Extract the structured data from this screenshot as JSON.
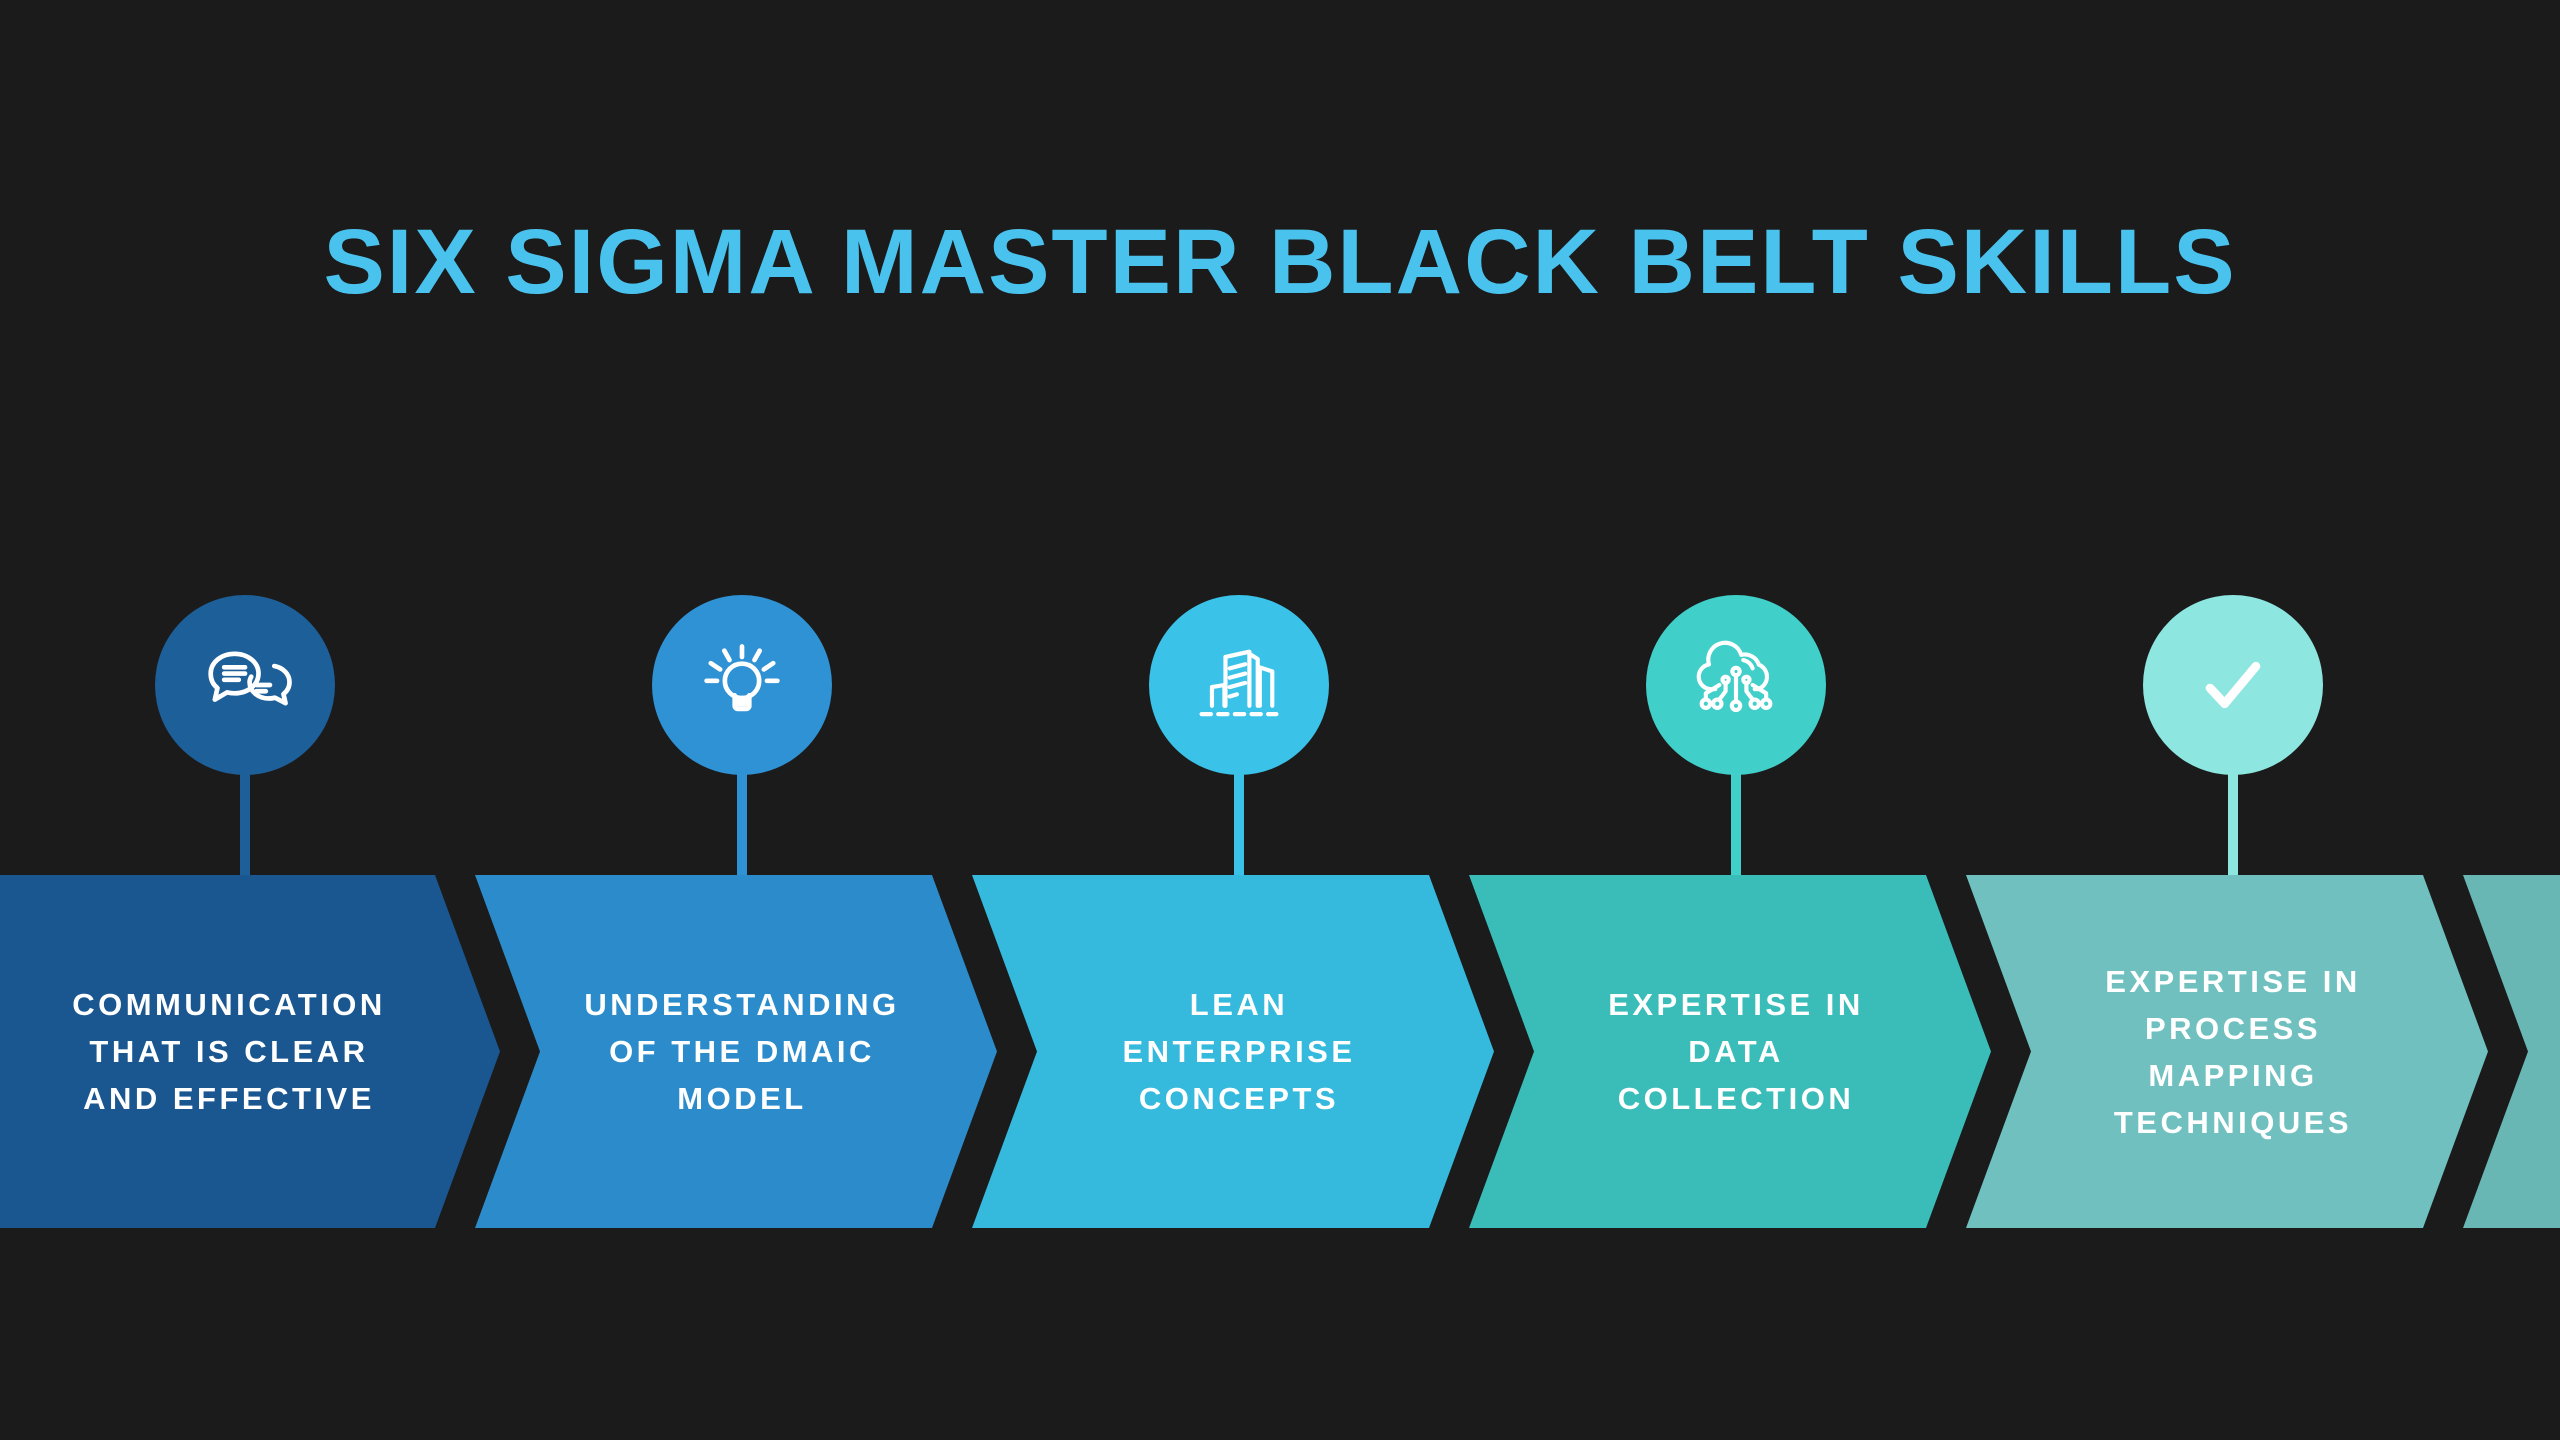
{
  "title": "SIX SIGMA MASTER BLACK BELT SKILLS",
  "colors": {
    "background": "#1b1b1b",
    "title": "#4ac2ee",
    "step_text": "#ffffff",
    "icon_stroke": "#ffffff"
  },
  "steps": [
    {
      "label": "COMMUNICATION\nTHAT IS CLEAR\nAND EFFECTIVE",
      "icon": "chat-bubbles-icon",
      "chevron_color": "#1a568f",
      "circle_color": "#1d5f99"
    },
    {
      "label": "UNDERSTANDING\nOF THE DMAIC\nMODEL",
      "icon": "lightbulb-icon",
      "chevron_color": "#2c8bca",
      "circle_color": "#2f92d4"
    },
    {
      "label": "LEAN\nENTERPRISE\nCONCEPTS",
      "icon": "buildings-icon",
      "chevron_color": "#35b9dd",
      "circle_color": "#3ac2e8"
    },
    {
      "label": "EXPERTISE IN\nDATA\nCOLLECTION",
      "icon": "cloud-data-icon",
      "chevron_color": "#3abcb8",
      "circle_color": "#41cfc9"
    },
    {
      "label": "EXPERTISE IN\nPROCESS\nMAPPING\nTECHNIQUES",
      "icon": "checkmark-icon",
      "chevron_color": "#6fc0bf",
      "circle_color": "#8ee6e1"
    }
  ],
  "next_step_partial": {
    "chevron_color": "#69b7b5"
  }
}
